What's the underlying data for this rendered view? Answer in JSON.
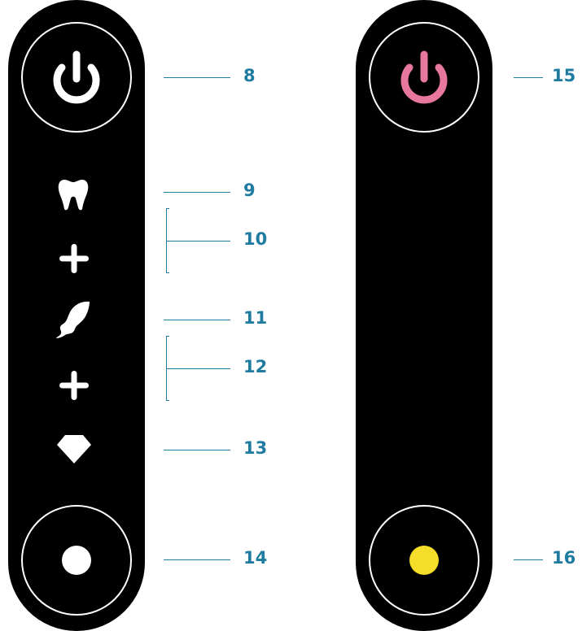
{
  "colors": {
    "device_body": "#000000",
    "icon_white": "#ffffff",
    "power_pink": "#e8779d",
    "indicator_yellow": "#f6dd2a",
    "callout_blue": "#1f7ca0"
  },
  "left_device": {
    "power_button_icon": "power-icon",
    "icons": [
      "tooth-icon",
      "plus-icon",
      "tongue-icon",
      "plus-icon",
      "diamond-icon"
    ],
    "mode_button_icon": "white-dot-icon"
  },
  "right_device": {
    "power_button_icon": "power-icon",
    "power_icon_color": "pink",
    "indicator_icon": "yellow-dot-icon"
  },
  "callouts": {
    "power_left": "8",
    "tooth": "9",
    "tooth_plus": "10",
    "tongue": "11",
    "tongue_plus": "12",
    "diamond": "13",
    "mode_button": "14",
    "power_right": "15",
    "indicator_right": "16"
  }
}
